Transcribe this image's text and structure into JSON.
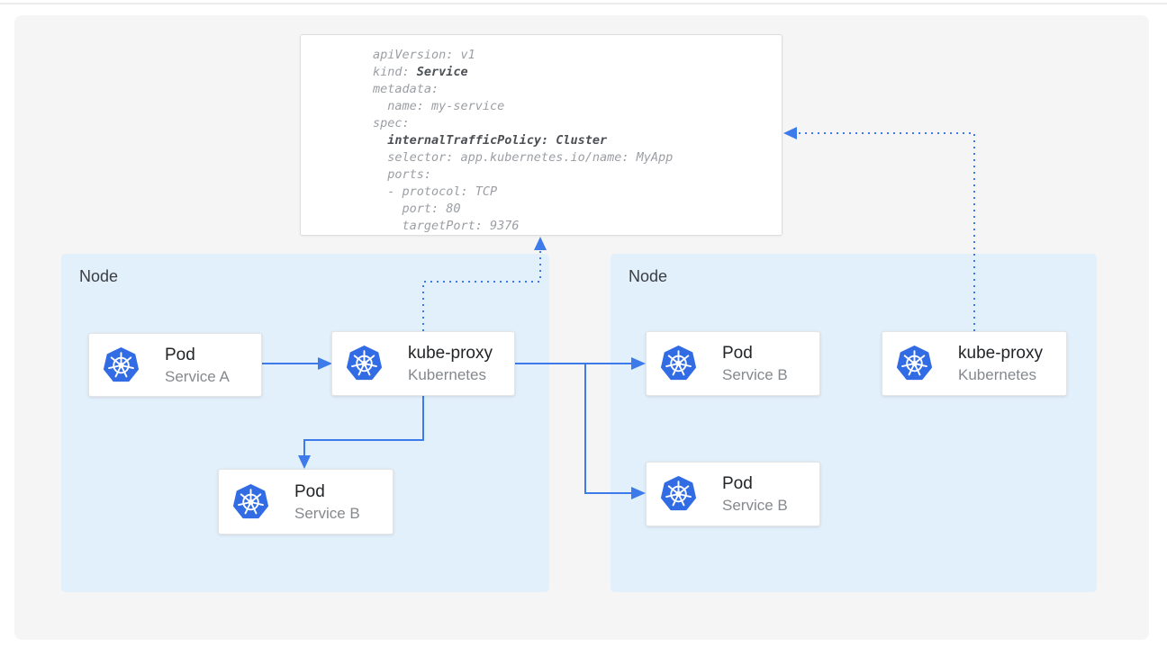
{
  "colors": {
    "accent_blue": "#3d7bea",
    "node_fill": "#e2f0fb",
    "kubernetes_blue": "#326ce5",
    "panel_gray": "#f5f5f6",
    "code_gray": "#9b9ea3",
    "code_bold": "#4c4f53"
  },
  "yaml_card": {
    "lines": [
      [
        {
          "t": "apiVersion: v1"
        }
      ],
      [
        {
          "t": "kind: "
        },
        {
          "t": "Service",
          "b": true
        }
      ],
      [
        {
          "t": "metadata:"
        }
      ],
      [
        {
          "t": "  name: my-service"
        }
      ],
      [
        {
          "t": "spec:"
        }
      ],
      [
        {
          "t": "  "
        },
        {
          "t": "internalTrafficPolicy: Cluster",
          "b": true
        }
      ],
      [
        {
          "t": "  selector: app.kubernetes.io/name: MyApp"
        }
      ],
      [
        {
          "t": "  ports:"
        }
      ],
      [
        {
          "t": "  - protocol: TCP"
        }
      ],
      [
        {
          "t": "    port: 80"
        }
      ],
      [
        {
          "t": "    targetPort: 9376"
        }
      ]
    ]
  },
  "nodes": [
    {
      "label": "Node"
    },
    {
      "label": "Node"
    }
  ],
  "cards": [
    {
      "title": "Pod",
      "subtitle": "Service A",
      "icon": "kubernetes-icon"
    },
    {
      "title": "kube-proxy",
      "subtitle": "Kubernetes",
      "icon": "kubernetes-icon"
    },
    {
      "title": "Pod",
      "subtitle": "Service B",
      "icon": "kubernetes-icon"
    },
    {
      "title": "Pod",
      "subtitle": "Service B",
      "icon": "kubernetes-icon"
    },
    {
      "title": "Pod",
      "subtitle": "Service B",
      "icon": "kubernetes-icon"
    },
    {
      "title": "kube-proxy",
      "subtitle": "Kubernetes",
      "icon": "kubernetes-icon"
    }
  ]
}
